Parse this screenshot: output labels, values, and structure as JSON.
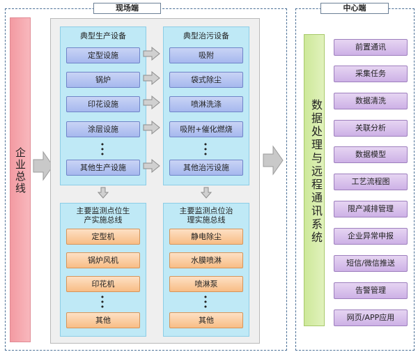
{
  "field_side": {
    "title": "现场端",
    "bus_label": "企业总线",
    "production": {
      "title": "典型生产设备",
      "items": [
        "定型设施",
        "锅炉",
        "印花设施",
        "涂层设施",
        "其他生产设施"
      ]
    },
    "pollution": {
      "title": "典型治污设备",
      "items": [
        "吸附",
        "袋式除尘",
        "喷淋洗涤",
        "吸附+催化燃烧",
        "其他治污设施"
      ]
    },
    "prod_monitor": {
      "title_line1": "主要监测点位生",
      "title_line2": "产实施总线",
      "items": [
        "定型机",
        "锅炉风机",
        "印花机",
        "其他"
      ]
    },
    "poll_monitor": {
      "title_line1": "主要监测点位治",
      "title_line2": "理实施总线",
      "items": [
        "静电除尘",
        "水膜喷淋",
        "喷淋泵",
        "其他"
      ]
    }
  },
  "center_side": {
    "title": "中心端",
    "system_label": "数据处理与远程通讯系统",
    "modules": [
      "前置通讯",
      "采集任务",
      "数据清洗",
      "关联分析",
      "数据模型",
      "工艺流程图",
      "限产减排管理",
      "企业异常申报",
      "短信/微信推送",
      "告警管理",
      "网页/APP应用"
    ]
  },
  "colors": {
    "bus": "#f39aa2",
    "blue_item": "#a6b8ee",
    "orange_item": "#f8bd85",
    "purple_item": "#cdb1e6",
    "green_bar": "#cde899",
    "cyan_panel": "#bfe9f6"
  }
}
